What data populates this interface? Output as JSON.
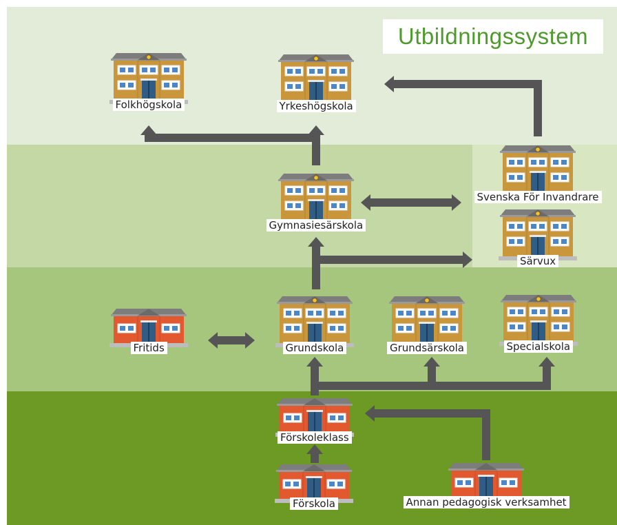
{
  "title": "Utbildningssystem",
  "colors": {
    "band_top": "#e3ecd8",
    "band_upper_mid": "#c3d8a5",
    "band_lower_mid": "#a6c67e",
    "band_bottom": "#6d9a24",
    "title_text": "#4f9a2d",
    "arrow": "#555555",
    "building_brown": "#c9963b",
    "building_red": "#e2582f",
    "roof": "#7d7d7d"
  },
  "nodes": {
    "folkhogskola": "Folkhögskola",
    "yrkeshogskola": "Yrkeshögskola",
    "svenska_for_invandrare": "Svenska För Invandrare",
    "gymnasiesarskola": "Gymnasiesärskola",
    "sarvux": "Särvux",
    "fritids": "Fritids",
    "grundskola": "Grundskola",
    "grundsarskola": "Grundsärskola",
    "specialskola": "Specialskola",
    "forskoleklass": "Förskoleklass",
    "forskola": "Förskola",
    "annan_pedagogisk_verksamhet": "Annan pedagogisk verksamhet"
  }
}
